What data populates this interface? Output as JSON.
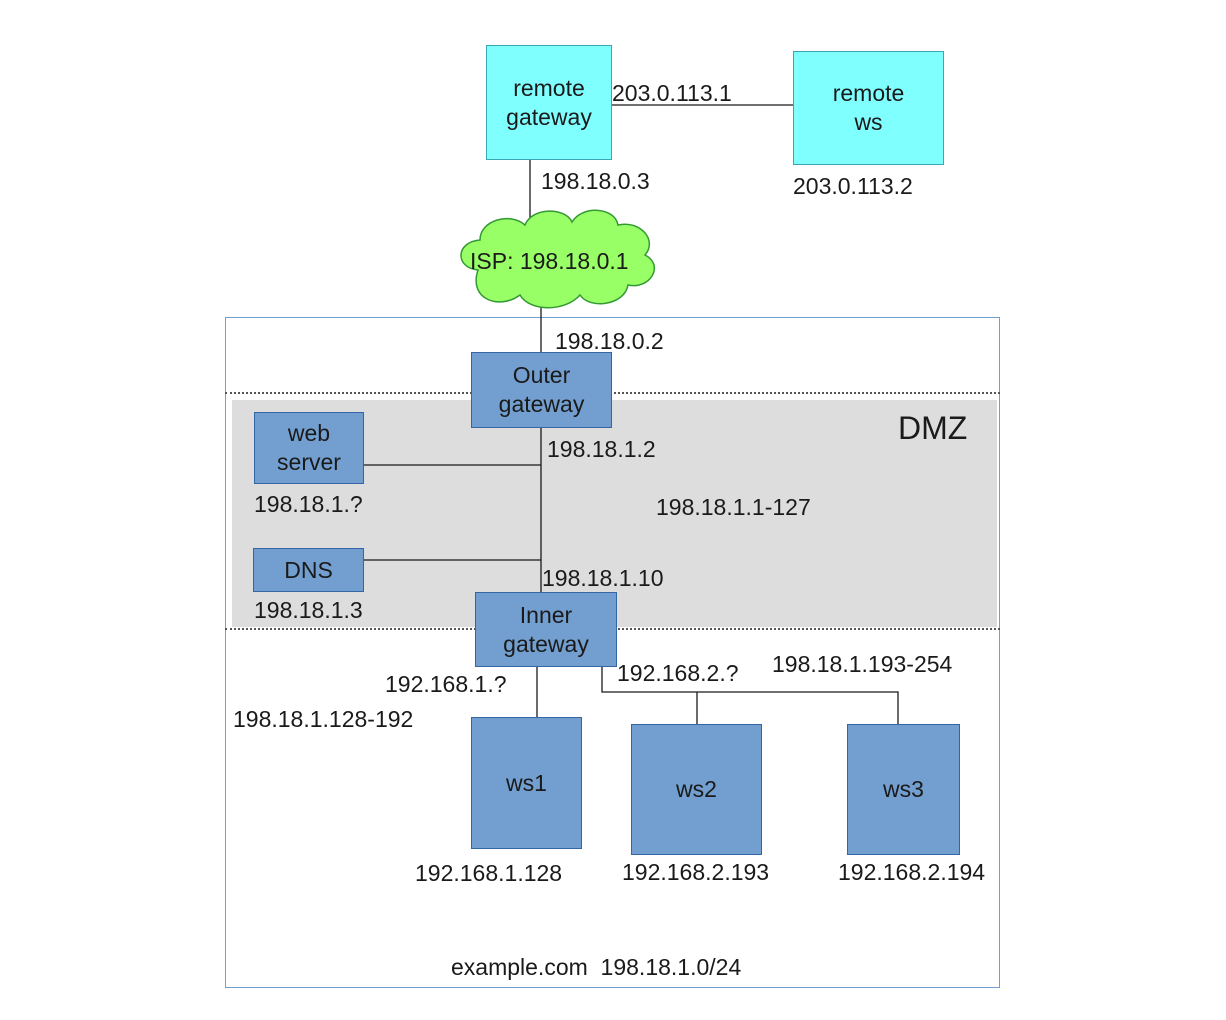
{
  "nodes": {
    "remote_gateway": "remote\ngateway",
    "remote_ws": "remote\nws",
    "isp_cloud": "ISP: 198.18.0.1",
    "outer_gateway": "Outer\ngateway",
    "web_server": "web\nserver",
    "dns": "DNS",
    "inner_gateway": "Inner\ngateway",
    "ws1": "ws1",
    "ws2": "ws2",
    "ws3": "ws3"
  },
  "labels": {
    "remote_link": "203.0.113.1",
    "remote_gateway_ip": "198.18.0.3",
    "remote_ws_ip": "203.0.113.2",
    "outer_gateway_outside_ip": "198.18.0.2",
    "dmz_title": "DMZ",
    "outer_gateway_dmz_ip": "198.18.1.2",
    "web_server_ip": "198.18.1.?",
    "dmz_range": "198.18.1.1-127",
    "dns_ip": "198.18.1.3",
    "inner_gateway_dmz_ip": "198.18.1.10",
    "inner_net1_gateway_ip": "192.168.1.?",
    "inner_net2_gateway_ip": "192.168.2.?",
    "inner_net2_range": "198.18.1.193-254",
    "inner_net1_range": "198.18.1.128-192",
    "ws1_ip": "192.168.1.128",
    "ws2_ip": "192.168.2.193",
    "ws3_ip": "192.168.2.194",
    "domain": "example.com  198.18.1.0/24"
  },
  "colors": {
    "remote_fill": "#80ffff",
    "internal_fill": "#729fcf",
    "cloud_fill": "#99ff66",
    "dmz_fill": "#dddddd",
    "org_border": "#729fcf"
  }
}
